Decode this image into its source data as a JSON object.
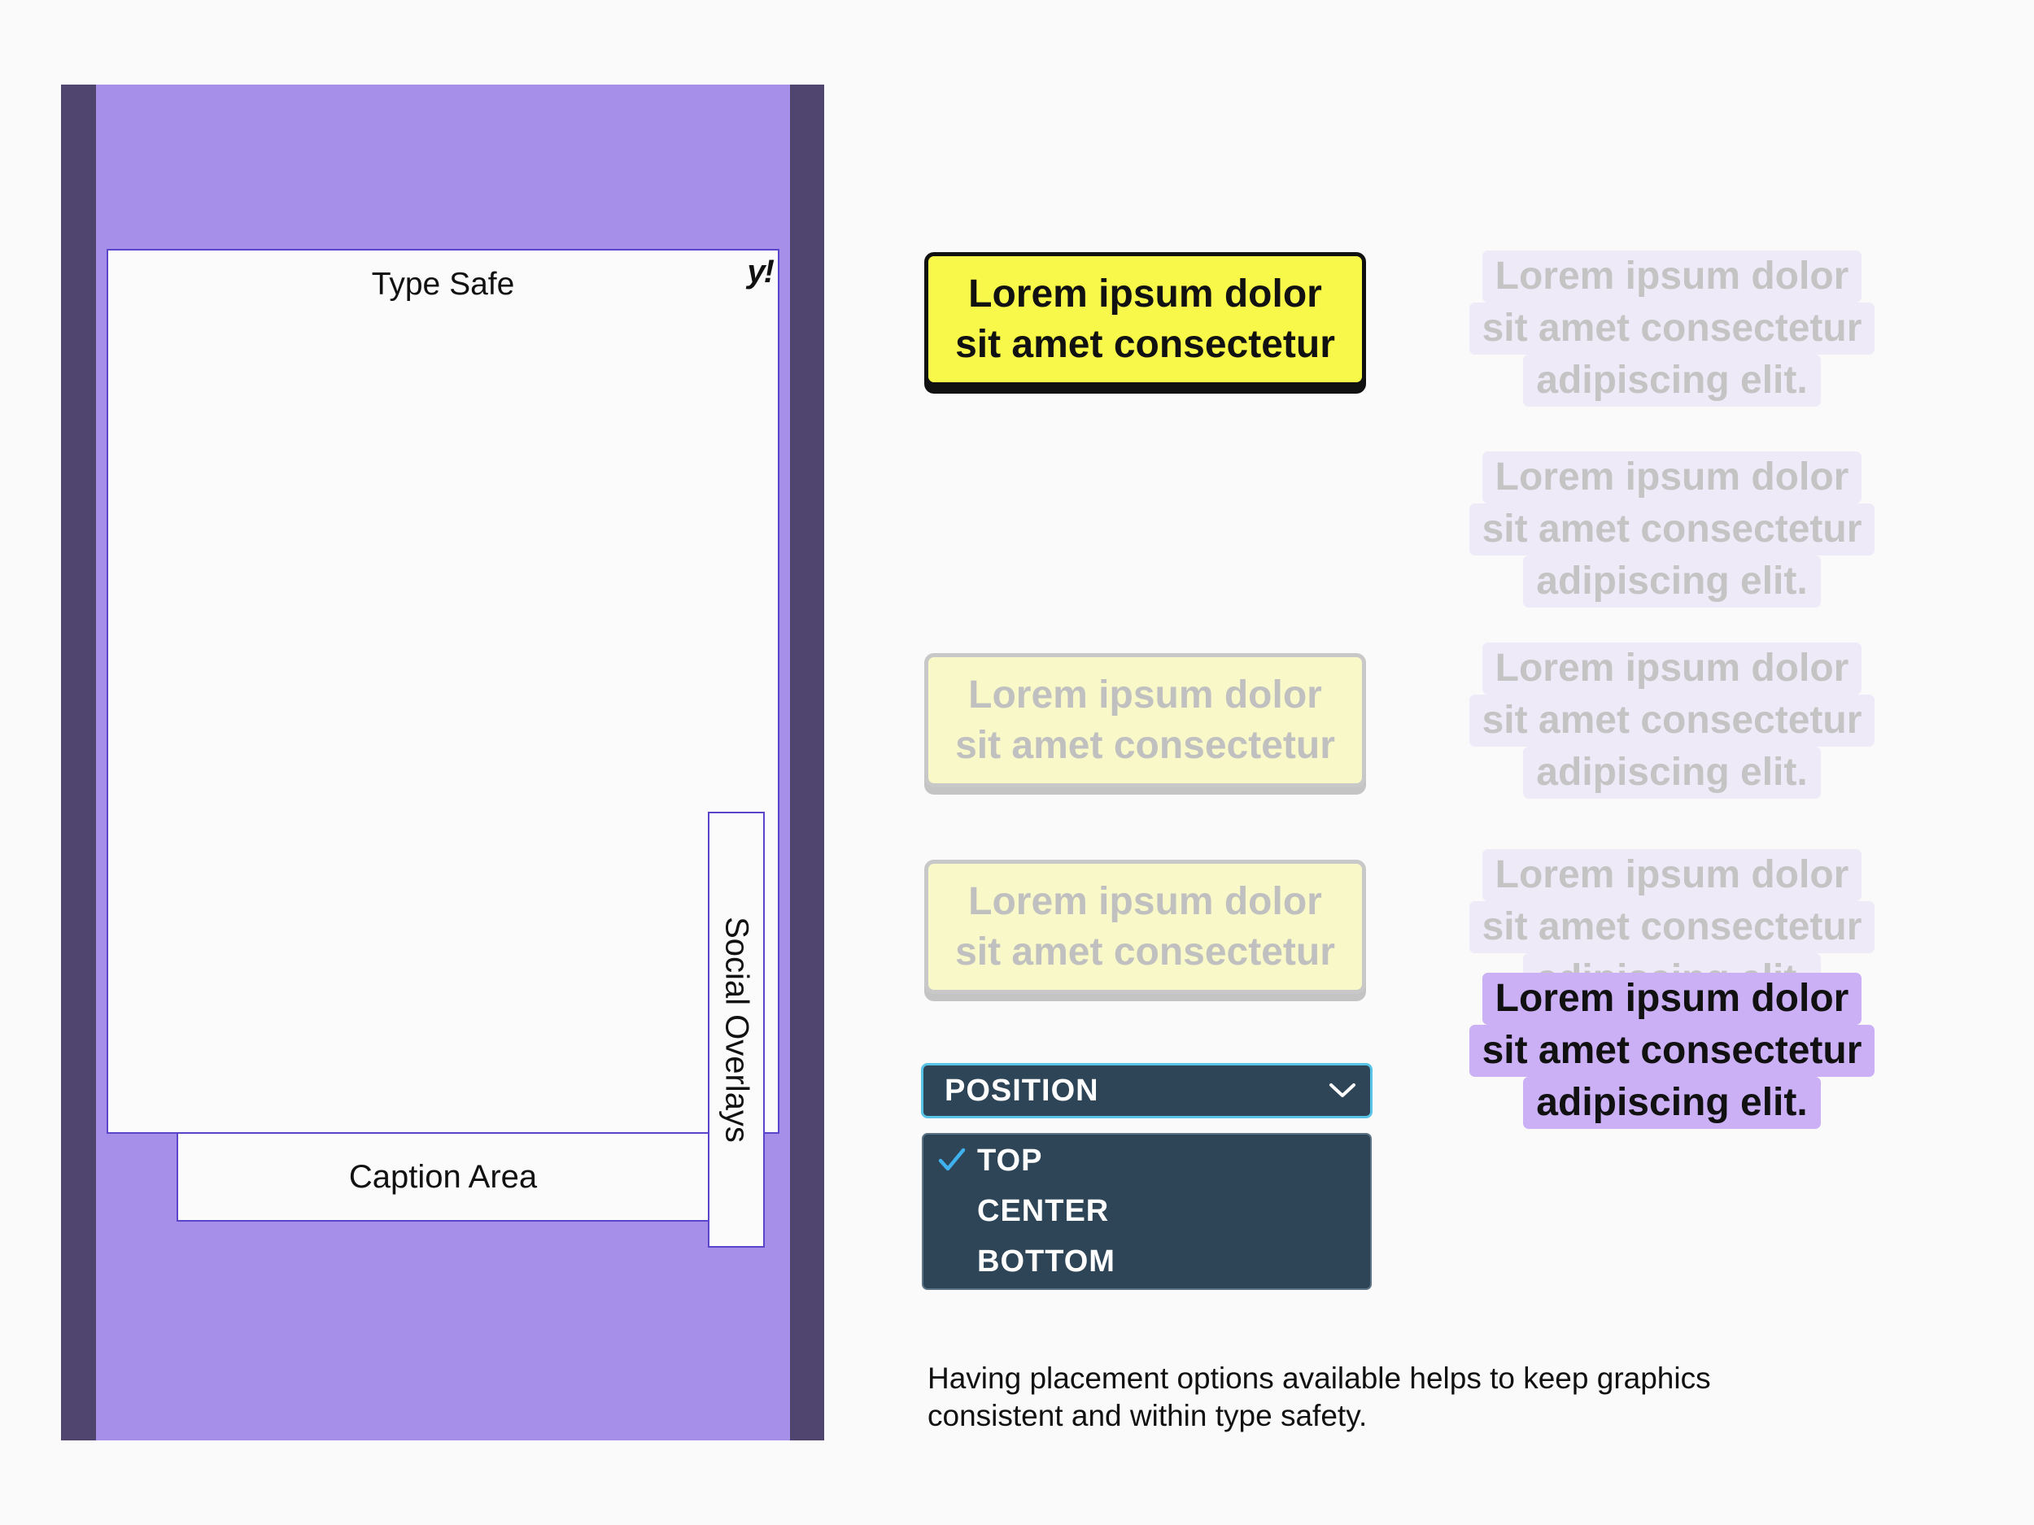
{
  "diagram": {
    "type_safe_label": "Type Safe",
    "logo_text": "y!",
    "caption_area_label": "Caption Area",
    "social_overlays_label": "Social Overlays"
  },
  "lower_thirds": {
    "active_text": "Lorem ipsum dolor\nsit amet consectetur",
    "faded_1_text": "Lorem ipsum dolor\nsit amet consectetur",
    "faded_2_text": "Lorem ipsum dolor\nsit amet consectetur"
  },
  "highlight_blocks": {
    "block_1": [
      "Lorem ipsum dolor",
      "sit amet consectetur",
      "adipiscing elit."
    ],
    "block_2": [
      "Lorem ipsum dolor",
      "sit amet consectetur",
      "adipiscing elit."
    ],
    "block_3": [
      "Lorem ipsum dolor",
      "sit amet consectetur",
      "adipiscing elit."
    ],
    "block_4": [
      "Lorem ipsum dolor",
      "sit amet consectetur",
      "adipiscing elit."
    ],
    "block_active": [
      "Lorem ipsum dolor",
      "sit amet consectetur",
      "adipiscing elit."
    ]
  },
  "position_select": {
    "label": "POSITION",
    "options": [
      "TOP",
      "CENTER",
      "BOTTOM"
    ],
    "selected": "TOP"
  },
  "note": "Having placement options available helps to keep graphics consistent and within type safety.",
  "colors": {
    "frame_dark": "#50456e",
    "frame_light": "#a68fe9",
    "yellow": "#f8f84a",
    "highlight_purple": "#cbb0f6",
    "select_bg": "#2e4557",
    "select_border": "#58c3e6"
  }
}
